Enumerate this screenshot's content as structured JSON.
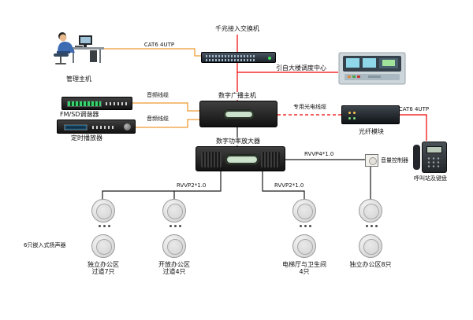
{
  "colors": {
    "audio_cable": "#ED9B33",
    "network_cable": "#F00000",
    "speaker_cable": "#1A1A1A"
  },
  "nodes": {
    "management_host": "管理主机",
    "gigabit_switch": "千兆接入交换机",
    "dispatch_center_link": "引自大楼调度中心",
    "fm_sd_tuner": "FM/SD调谐器",
    "timed_player": "定时播放器",
    "broadcast_host": "数字广播主机",
    "fiber_module": "光纤模块",
    "power_amplifier": "数字功率放大器",
    "volume_controller": "音量控制器",
    "call_station": "呼叫站及键盘",
    "embedded_speakers_note": "6只嵌入式扬声器"
  },
  "cables": {
    "cat6_left": "CAT6 4UTP",
    "cat6_right": "CAT6 4UTP",
    "audio_tuner": "音频线缆",
    "audio_player": "音频线缆",
    "optical": "专用光电线缆",
    "rvvp2_left": "RVVP2*1.0",
    "rvvp2_right": "RVVP2*1.0",
    "rvvp4": "RVVP4*1.0"
  },
  "speaker_zones": [
    {
      "lines": [
        "独立办公区",
        "过道7只"
      ]
    },
    {
      "lines": [
        "开放办公区",
        "过道4只"
      ]
    },
    {
      "lines": [
        "电梯厅与卫生间",
        "4只"
      ]
    },
    {
      "lines": [
        "独立办公区8只"
      ]
    }
  ]
}
